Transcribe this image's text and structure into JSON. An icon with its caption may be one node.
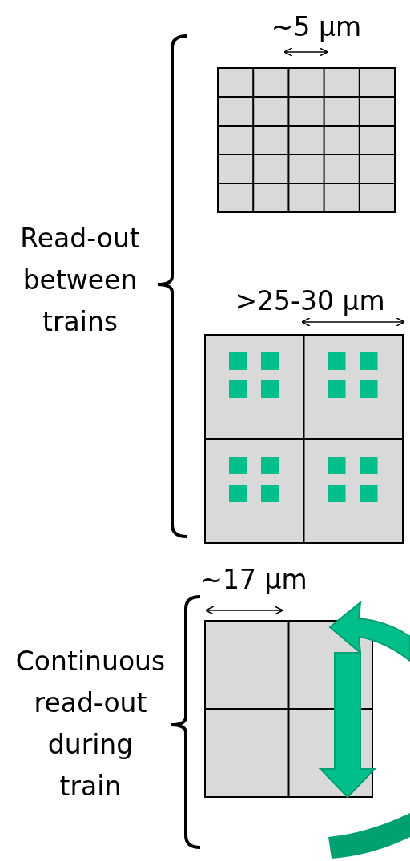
{
  "diagram": {
    "labels": [
      "~5 μm",
      "Read-out between trains",
      ">25-30 μm",
      "~17 μm",
      "Continuous read-out during train"
    ]
  }
}
